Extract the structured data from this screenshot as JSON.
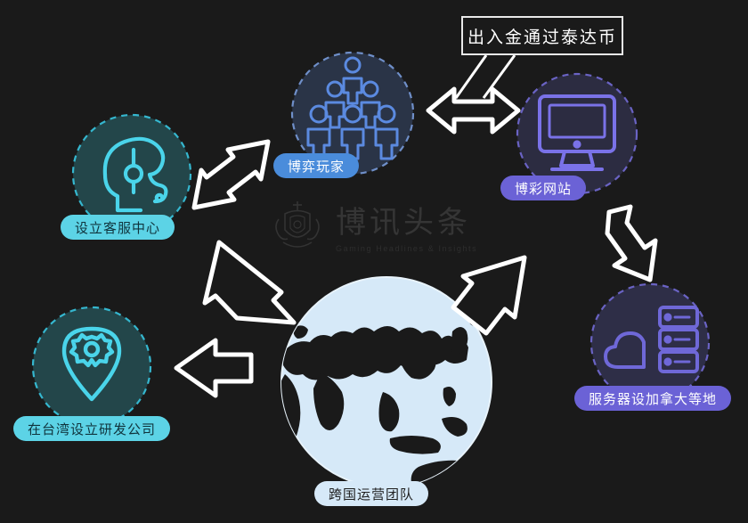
{
  "diagram": {
    "type": "flow-diagram",
    "background_color": "#1a1a1a",
    "arrow_color": "#ffffff",
    "callout": {
      "text": "出入金通过泰达币",
      "border_color": "#e9e9e9",
      "text_color": "#ffffff"
    },
    "nodes": [
      {
        "id": "customer-service",
        "label": "设立客服中心",
        "icon": "headset-support-icon",
        "circle_fill": "#23464a",
        "circle_stroke": "#35b7cf",
        "icon_color": "#4ad4ea",
        "pill_bg": "#5cd3e6",
        "pill_text_color": "#10343d"
      },
      {
        "id": "players",
        "label": "博弈玩家",
        "icon": "people-group-icon",
        "circle_fill": "#2a3447",
        "circle_stroke": "#6f8fc9",
        "icon_color": "#5b8ae0",
        "pill_bg": "#4a8cdb",
        "pill_text_color": "#ffffff"
      },
      {
        "id": "gambling-website",
        "label": "博彩网站",
        "icon": "desktop-monitor-icon",
        "circle_fill": "#2c2c41",
        "circle_stroke": "#6a63c4",
        "icon_color": "#7a72e8",
        "pill_bg": "#6b62d6",
        "pill_text_color": "#ffffff"
      },
      {
        "id": "servers",
        "label": "服务器设加拿大等地",
        "icon": "cloud-server-icon",
        "circle_fill": "#2e2e47",
        "circle_stroke": "#6a63c4",
        "icon_color": "#6f68d8",
        "pill_bg": "#6b62d6",
        "pill_text_color": "#ffffff"
      },
      {
        "id": "rnd-taiwan",
        "label": "在台湾设立研发公司",
        "icon": "location-pin-gear-icon",
        "circle_fill": "#23464a",
        "circle_stroke": "#35b7cf",
        "icon_color": "#4ad4ea",
        "pill_bg": "#5cd3e6",
        "pill_text_color": "#10343d"
      },
      {
        "id": "global-team",
        "label": "跨国运营团队",
        "icon": "globe-icon",
        "globe_ocean_color": "#d6e9f8",
        "globe_land_color": "#1a1a1a",
        "pill_bg": "#d6e9f8",
        "pill_text_color": "#1f1f1f"
      }
    ],
    "connections": [
      {
        "from": "players",
        "to": "customer-service",
        "style": "double-headed"
      },
      {
        "from": "players",
        "to": "gambling-website",
        "style": "double-headed"
      },
      {
        "from": "gambling-website",
        "to": "servers",
        "style": "single-down"
      },
      {
        "from": "global-team",
        "to": "gambling-website",
        "style": "single-up-right"
      },
      {
        "from": "global-team",
        "to": "customer-service",
        "style": "single-up-left"
      },
      {
        "from": "global-team",
        "to": "rnd-taiwan",
        "style": "single-left"
      }
    ]
  },
  "watermark": {
    "title": "博讯头条",
    "subtitle": "Gaming Headlines & Insights",
    "crest": "crest-logo"
  }
}
